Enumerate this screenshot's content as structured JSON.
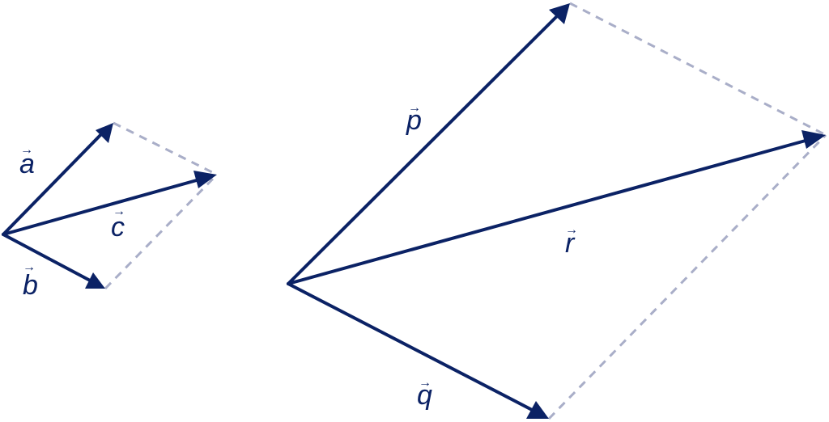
{
  "colors": {
    "vector": "#0b2265",
    "guide": "#a9aec8",
    "background": "#ffffff"
  },
  "labels": {
    "a": "a",
    "b": "b",
    "c": "c",
    "p": "p",
    "q": "q",
    "r": "r"
  }
}
